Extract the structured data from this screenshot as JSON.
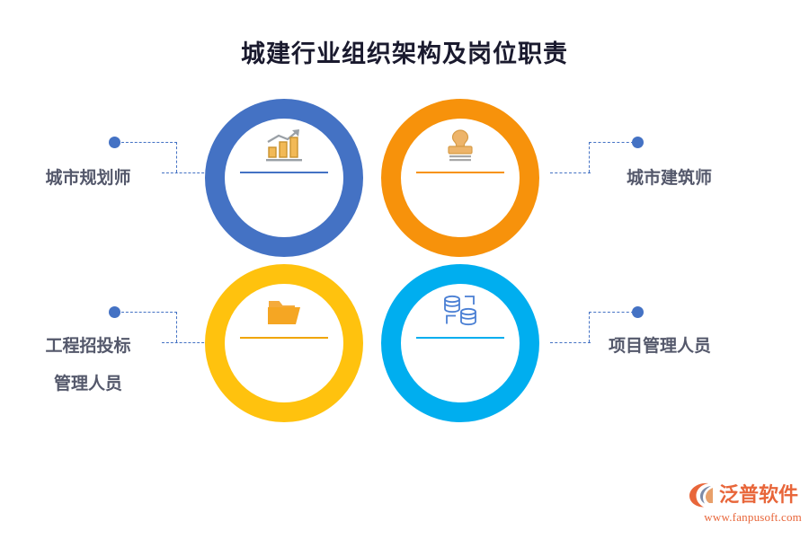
{
  "page": {
    "title": "城建行业组织架构及岗位职责",
    "background_color": "#FFFFFF"
  },
  "theme": {
    "connector_color": "#4472C4",
    "label_color": "#54586B",
    "title_color": "#1A1A2E"
  },
  "nodes": [
    {
      "id": "city-planner",
      "label": "城市规划师",
      "label_lines": [
        "城市规划师"
      ],
      "side": "left",
      "row": "top",
      "ring_color": "#4472C4",
      "divider_color": "#4472C4",
      "icon": "bar-chart-growth-icon"
    },
    {
      "id": "city-architect",
      "label": "城市建筑师",
      "label_lines": [
        "城市建筑师"
      ],
      "side": "right",
      "row": "top",
      "ring_color": "#F7920B",
      "divider_color": "#F7920B",
      "icon": "stamp-icon"
    },
    {
      "id": "bidding-manager",
      "label": "工程招投标管理人员",
      "label_lines": [
        "工程招投标",
        "管理人员"
      ],
      "side": "left",
      "row": "bottom",
      "ring_color": "#FFC20E",
      "divider_color": "#F0A500",
      "icon": "open-folder-icon"
    },
    {
      "id": "project-manager",
      "label": "项目管理人员",
      "label_lines": [
        "项目管理人员"
      ],
      "side": "right",
      "row": "bottom",
      "ring_color": "#00AEEF",
      "divider_color": "#00AEEF",
      "icon": "database-stack-icon"
    }
  ],
  "logo": {
    "brand": "泛普软件",
    "url": "www.fanpusoft.com",
    "color": "#E8663A",
    "mark": "fanpu-swoosh-logo-icon"
  }
}
